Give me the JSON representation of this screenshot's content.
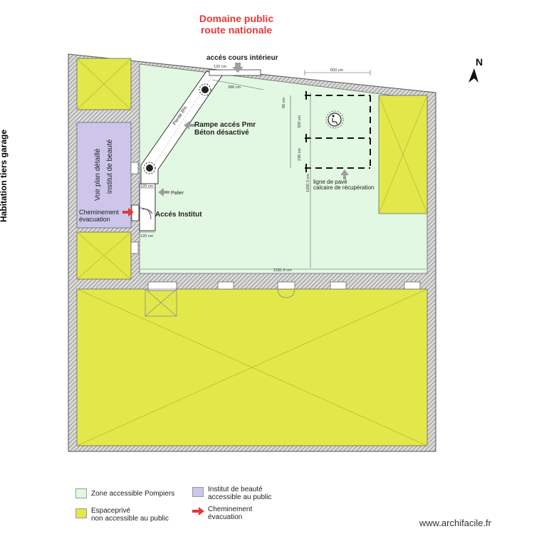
{
  "header": {
    "title_line1": "Domaine public",
    "title_line2": "route nationale"
  },
  "side_label": "Habitation tiers garage",
  "north_label": "N",
  "labels": {
    "acces_cours": "accés cours intérieur",
    "rampe_line1": "Rampe accés Pmr",
    "rampe_line2": "Béton désactivé",
    "pente": "Pente 8%",
    "palier": "Palier",
    "acces_institut": "Accés Institut",
    "voir_plan_line1": "Voir plan détaillé",
    "voir_plan_line2": "institut de beauté",
    "cheminement_line1": "Cheminement",
    "cheminement_line2": "évacuation",
    "ligne_pave_line1": "ligne de pavé",
    "ligne_pave_line2": "calcaire de récupération"
  },
  "dimensions": {
    "d120_top": "120 cm",
    "d396": "396 cm",
    "d600": "600 cm",
    "d80": "80 cm",
    "d320": "320 cm",
    "d230": "230 cm",
    "d1200": "1200.3 cm",
    "d120_palier": "120 cm",
    "d120_bottom": "120 cm",
    "d2181": "2181.5 cm"
  },
  "legend": [
    {
      "label_line1": "Zone accessible Pompiers",
      "label_line2": "",
      "color": "#e3f8e3"
    },
    {
      "label_line1": "Institut de beauté",
      "label_line2": "accessible au public",
      "color": "#cdc6ea"
    },
    {
      "label_line1": "Espaceprivé",
      "label_line2": "non accessible au public",
      "color": "#e2e84a"
    },
    {
      "label_line1": "Cheminement",
      "label_line2": "évacuation",
      "color": "#e53935"
    }
  ],
  "footer": "www.archifacile.fr",
  "colors": {
    "green_zone": "#e3f8e3",
    "purple_zone": "#cdc6ea",
    "yellow_zone": "#e2e84a",
    "arrow_red": "#e53935",
    "title_red": "#e53935"
  }
}
